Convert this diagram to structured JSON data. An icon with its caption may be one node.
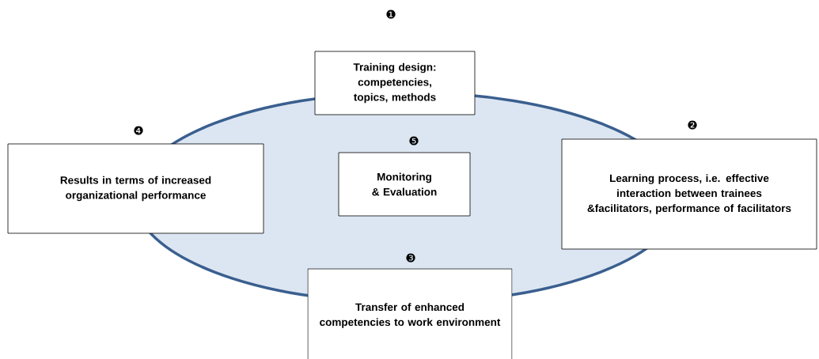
{
  "diagram": {
    "nodes": [
      {
        "text": [
          "Training design: competencies, topics, methods"
        ],
        "beside": [
          "❶"
        ]
      },
      {
        "text": [
          "Results in terms of increased organizational performance"
        ],
        "beside": [
          "❹"
        ]
      },
      {
        "text": [
          "Monitoring & Evaluation"
        ],
        "beside": [
          "❺"
        ]
      },
      {
        "text": [
          "Learning process, i.e. effective interaction between trainees &facilitators, performance of facilitators"
        ],
        "beside": [
          "❷"
        ]
      },
      {
        "text": [
          "Transfer of enhanced competencies to work environment"
        ],
        "beside": [
          "❸"
        ]
      }
    ]
  }
}
